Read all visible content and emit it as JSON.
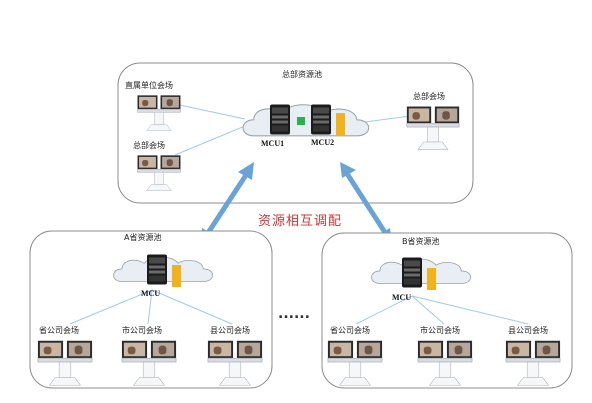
{
  "pools": {
    "hq": {
      "title": "总部资源池",
      "mcu1": "MCU1",
      "mcu2": "MCU2",
      "site_direct": "直属单位会场",
      "site_hq_left": "总部会场",
      "site_hq_right": "总部会场"
    },
    "a": {
      "title": "A省资源池",
      "mcu": "MCU",
      "sites": [
        "省公司会场",
        "市公司会场",
        "县公司会场"
      ]
    },
    "b": {
      "title": "B省资源池",
      "mcu": "MCU",
      "sites": [
        "省公司会场",
        "市公司会场",
        "县公司会场"
      ]
    }
  },
  "annotation": "资源相互调配",
  "ellipsis": "......",
  "colors": {
    "box_stroke": "#8c8c8c",
    "link": "#9fcbe6",
    "arrow": "#6aa3d8",
    "accent_text": "#d23333",
    "server_green": "#27b24a",
    "server_yellow": "#f2b21b"
  }
}
